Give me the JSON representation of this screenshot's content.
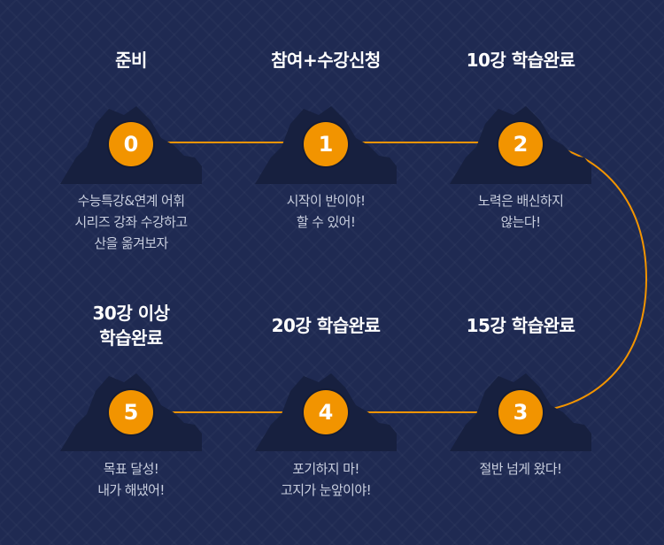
{
  "colors": {
    "background": "#1f2a52",
    "accent": "#f29400",
    "mountain": "#17203f",
    "text": "#ffffff",
    "desc": "#c9cfdf"
  },
  "steps": [
    {
      "number": "0",
      "title": "준비",
      "desc": "수능특강&연계 어휘\n시리즈 강좌 수강하고\n산을 옮겨보자",
      "icon": "mountain-icon"
    },
    {
      "number": "1",
      "title": "참여+수강신청",
      "desc": "시작이 반이야!\n할 수 있어!",
      "icon": "mountain-icon"
    },
    {
      "number": "2",
      "title": "10강 학습완료",
      "desc": "노력은 배신하지\n않는다!",
      "icon": "mountain-icon"
    },
    {
      "number": "3",
      "title": "15강 학습완료",
      "desc": "절반 넘게 왔다!",
      "icon": "mountain-icon"
    },
    {
      "number": "4",
      "title": "20강 학습완료",
      "desc": "포기하지 마!\n고지가 눈앞이야!",
      "icon": "mountain-icon"
    },
    {
      "number": "5",
      "title": "30강 이상\n학습완료",
      "desc": "목표 달성!\n내가 해냈어!",
      "icon": "mountain-icon"
    }
  ]
}
